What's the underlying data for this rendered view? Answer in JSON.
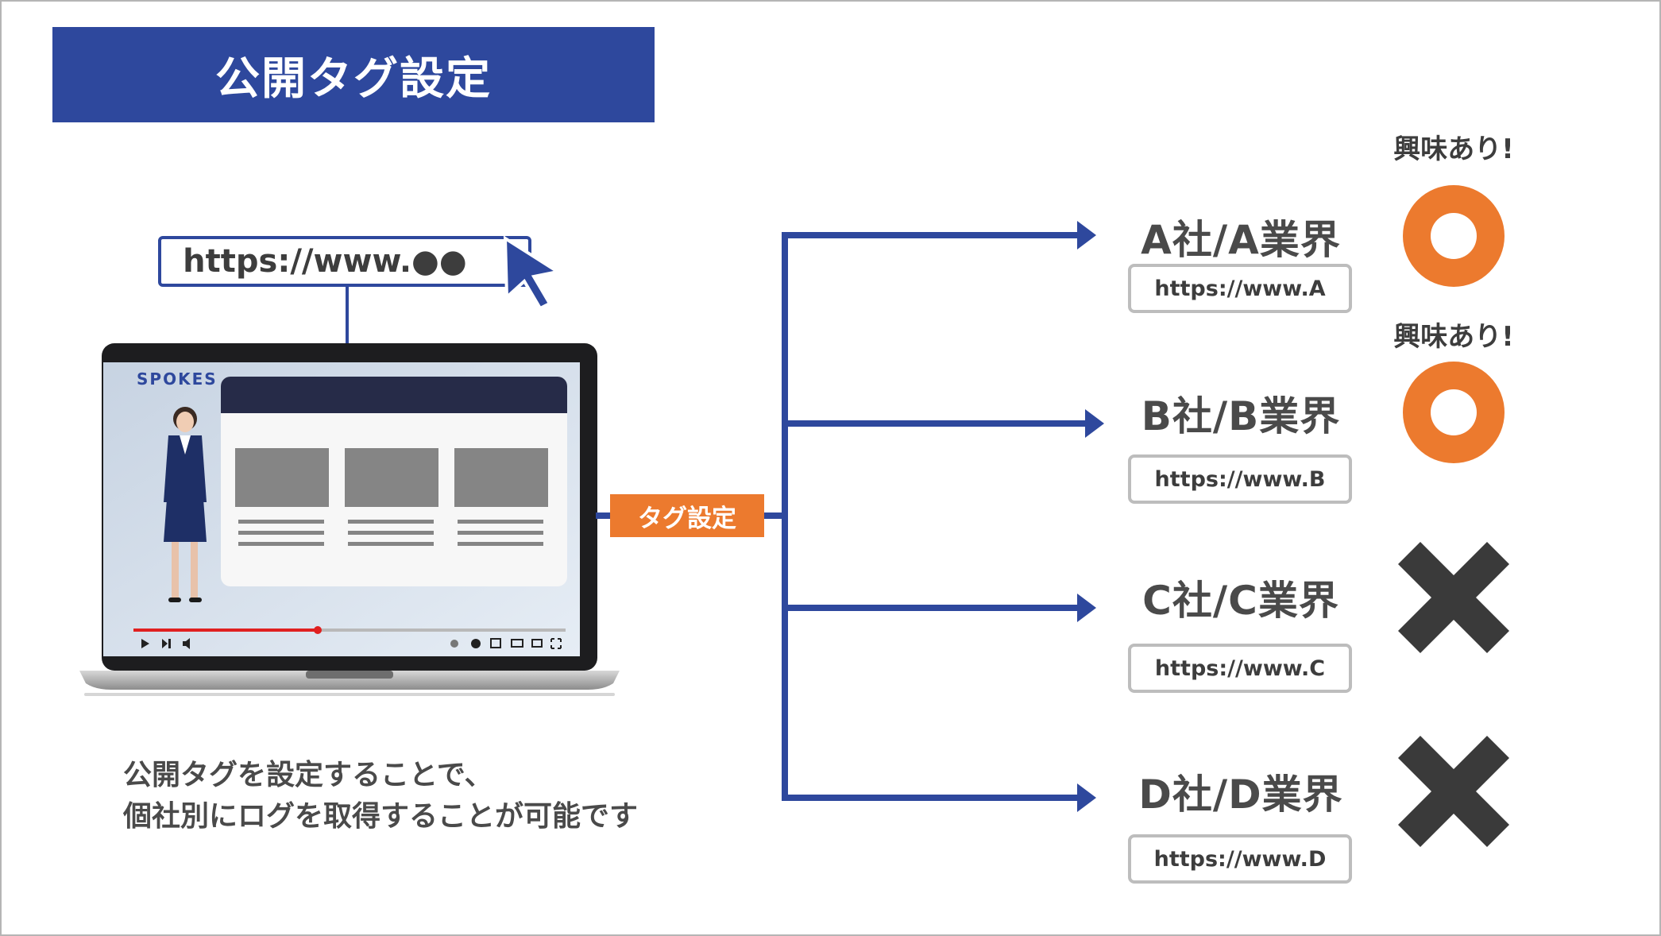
{
  "title": "公開タグ設定",
  "url_bar": {
    "text": "https://www.●●"
  },
  "laptop_screen": {
    "brand": "SPOKES"
  },
  "tag_label": "タグ設定",
  "companies": [
    {
      "name": "A社/A業界",
      "url": "https://www.A",
      "interest_label": "興味あり!",
      "result": "circle"
    },
    {
      "name": "B社/B業界",
      "url": "https://www.B",
      "interest_label": "興味あり!",
      "result": "circle"
    },
    {
      "name": "C社/C業界",
      "url": "https://www.C",
      "interest_label": "",
      "result": "cross"
    },
    {
      "name": "D社/D業界",
      "url": "https://www.D",
      "interest_label": "",
      "result": "cross"
    }
  ],
  "caption": {
    "line1": "公開タグを設定することで、",
    "line2": "個社別にログを取得することが可能です"
  },
  "colors": {
    "brand_blue": "#2e489d",
    "accent_orange": "#ec7a2e",
    "cross_dark": "#3a3a3a",
    "text_gray": "#4a4a4a"
  },
  "icons": [
    "mouse-cursor-icon",
    "laptop-icon",
    "circle-mark-icon",
    "cross-mark-icon",
    "play-icon",
    "settings-icon"
  ]
}
